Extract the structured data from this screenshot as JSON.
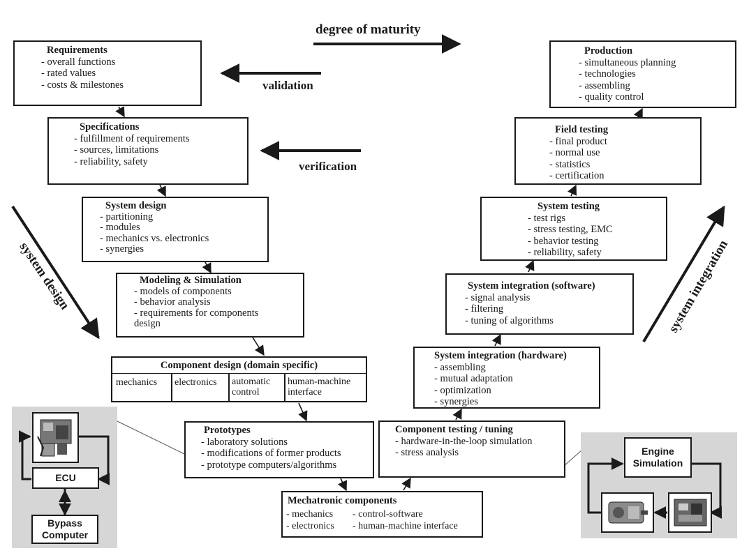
{
  "top_labels": {
    "degree_of_maturity": "degree of maturity",
    "validation": "validation",
    "verification": "verification",
    "system_design": "system design",
    "system_integration": "system integration"
  },
  "boxes": {
    "requirements": {
      "title": "Requirements",
      "items": [
        "overall functions",
        "rated values",
        "costs & milestones"
      ]
    },
    "specifications": {
      "title": "Specifications",
      "items": [
        "fulfillment of requirements",
        "sources, limitations",
        "reliability, safety"
      ]
    },
    "system_design": {
      "title": "System design",
      "items": [
        "partitioning",
        "modules",
        "mechanics vs. electronics",
        "synergies"
      ]
    },
    "modeling": {
      "title": "Modeling & Simulation",
      "items": [
        "models of components",
        "behavior analysis",
        "requirements for components design"
      ]
    },
    "prototypes": {
      "title": "Prototypes",
      "items": [
        "laboratory solutions",
        "modifications of former products",
        "prototype computers/algorithms"
      ]
    },
    "component_testing": {
      "title": "Component testing / tuning",
      "items": [
        "hardware-in-the-loop simulation",
        "stress analysis"
      ]
    },
    "sys_int_hw": {
      "title": "System integration (hardware)",
      "items": [
        "assembling",
        "mutual adaptation",
        "optimization",
        "synergies"
      ]
    },
    "sys_int_sw": {
      "title": "System integration (software)",
      "items": [
        "signal analysis",
        "filtering",
        "tuning of algorithms"
      ]
    },
    "system_testing": {
      "title": "System testing",
      "items": [
        "test rigs",
        "stress testing, EMC",
        "behavior testing",
        "reliability, safety"
      ]
    },
    "field_testing": {
      "title": "Field testing",
      "items": [
        "final product",
        "normal use",
        "statistics",
        "certification"
      ]
    },
    "production": {
      "title": "Production",
      "items": [
        "simultaneous planning",
        "technologies",
        "assembling",
        "quality control"
      ]
    }
  },
  "component_design": {
    "title": "Component design (domain specific)",
    "cells": [
      "mechanics",
      "electronics",
      "automatic control",
      "human-machine interface"
    ]
  },
  "mechatronic": {
    "title": "Mechatronic components",
    "items": [
      "mechanics",
      "control-software",
      "electronics",
      "human-machine interface"
    ]
  },
  "left_panel": {
    "ecu": "ECU",
    "bypass": "Bypass Computer"
  },
  "right_panel": {
    "engine_sim": "Engine Simulation"
  }
}
